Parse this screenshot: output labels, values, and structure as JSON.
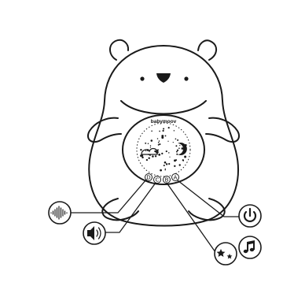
{
  "product": {
    "brand": "babymoov"
  },
  "projector_labels": [
    "D",
    "C",
    "B",
    "A"
  ],
  "controls": [
    {
      "id": "white-noise",
      "icon": "white-noise-wave-icon"
    },
    {
      "id": "volume",
      "icon": "speaker-volume-icon"
    },
    {
      "id": "light",
      "icon": "stars-light-icon"
    },
    {
      "id": "power",
      "icon": "power-icon"
    },
    {
      "id": "music",
      "icon": "music-note-icon"
    }
  ],
  "colors": {
    "ink": "#1a1a1a",
    "background": "#ffffff"
  }
}
